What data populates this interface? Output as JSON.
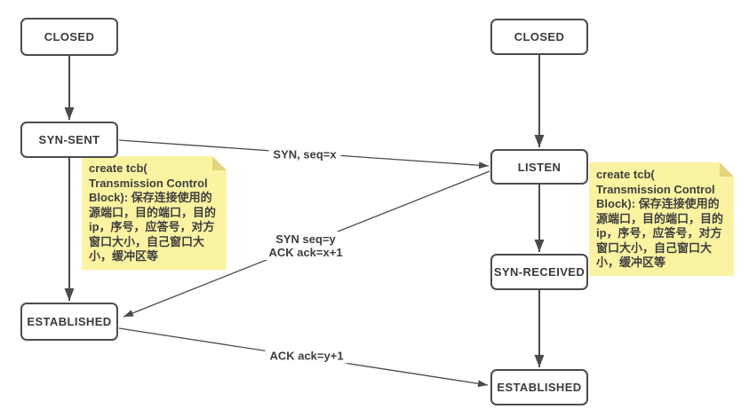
{
  "states": {
    "closed_left": "CLOSED",
    "syn_sent": "SYN-SENT",
    "established_left": "ESTABLISHED",
    "closed_right": "CLOSED",
    "listen": "LISTEN",
    "syn_received": "SYN-RECEIVED",
    "established_right": "ESTABLISHED"
  },
  "edge_labels": {
    "syn": "SYN, seq=x",
    "syn_ack_line1": "SYN seq=y",
    "syn_ack_line2": "ACK ack=x+1",
    "ack": "ACK ack=y+1"
  },
  "notes": {
    "left": "create tcb(\nTransmission Control\nBlock): 保存连接使用的\n源端口，目的端口，目的\nip，序号，应答号，对方\n窗口大小，自己窗口大\n小，缓冲区等",
    "right": "create tcb(\nTransmission Control\nBlock): 保存连接使用的\n源端口，目的端口，目的\nip，序号，应答号，对方\n窗口大小，自己窗口大\n小，缓冲区等"
  },
  "colors": {
    "canvas_background": "#ffffff",
    "note_background": "#faf3a1",
    "note_fold": "#e2d47b",
    "connector": "#4a4a4a",
    "box_border": "#4c4c4c",
    "text": "#3a3a3a"
  }
}
